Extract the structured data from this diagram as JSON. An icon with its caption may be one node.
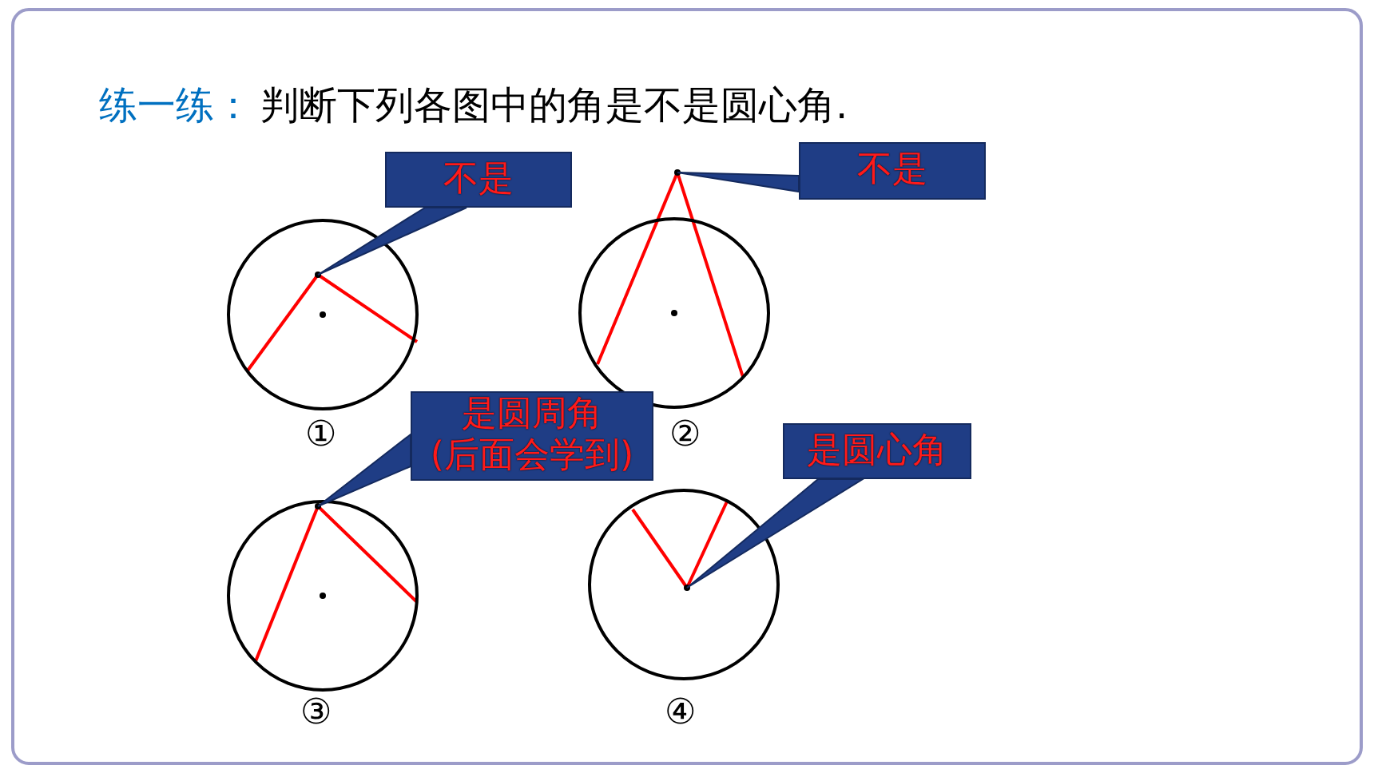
{
  "diagram": {
    "nodes": [
      {
        "text": [],
        "shape": "circle",
        "beside": [
          "①"
        ]
      },
      {
        "text": [],
        "shape": "point",
        "in": 0
      },
      {
        "text": [
          "不是"
        ]
      },
      {
        "text": [],
        "shape": "circle",
        "beside": [
          "②"
        ]
      },
      {
        "text": [],
        "shape": "point"
      },
      {
        "text": [
          "不是"
        ]
      },
      {
        "text": [
          "是圆周角(后面会学到)"
        ]
      },
      {
        "text": [],
        "shape": "circle",
        "beside": [
          "③"
        ]
      },
      {
        "text": [],
        "shape": "point",
        "in": 7
      },
      {
        "text": [
          "是圆心角"
        ]
      },
      {
        "text": [],
        "shape": "circle",
        "beside": [
          "④"
        ]
      },
      {
        "text": [],
        "shape": "point",
        "in": 10
      }
    ],
    "edges": [
      {
        "from": 2,
        "to": 1,
        "arrow": "none"
      },
      {
        "from": 5,
        "to": 4,
        "arrow": "none"
      },
      {
        "from": 6,
        "to": 8,
        "arrow": "none"
      },
      {
        "from": 9,
        "to": 11,
        "arrow": "none"
      }
    ],
    "labels": [
      "练一练：",
      "判断下列各图中的角是不是圆心角."
    ]
  }
}
